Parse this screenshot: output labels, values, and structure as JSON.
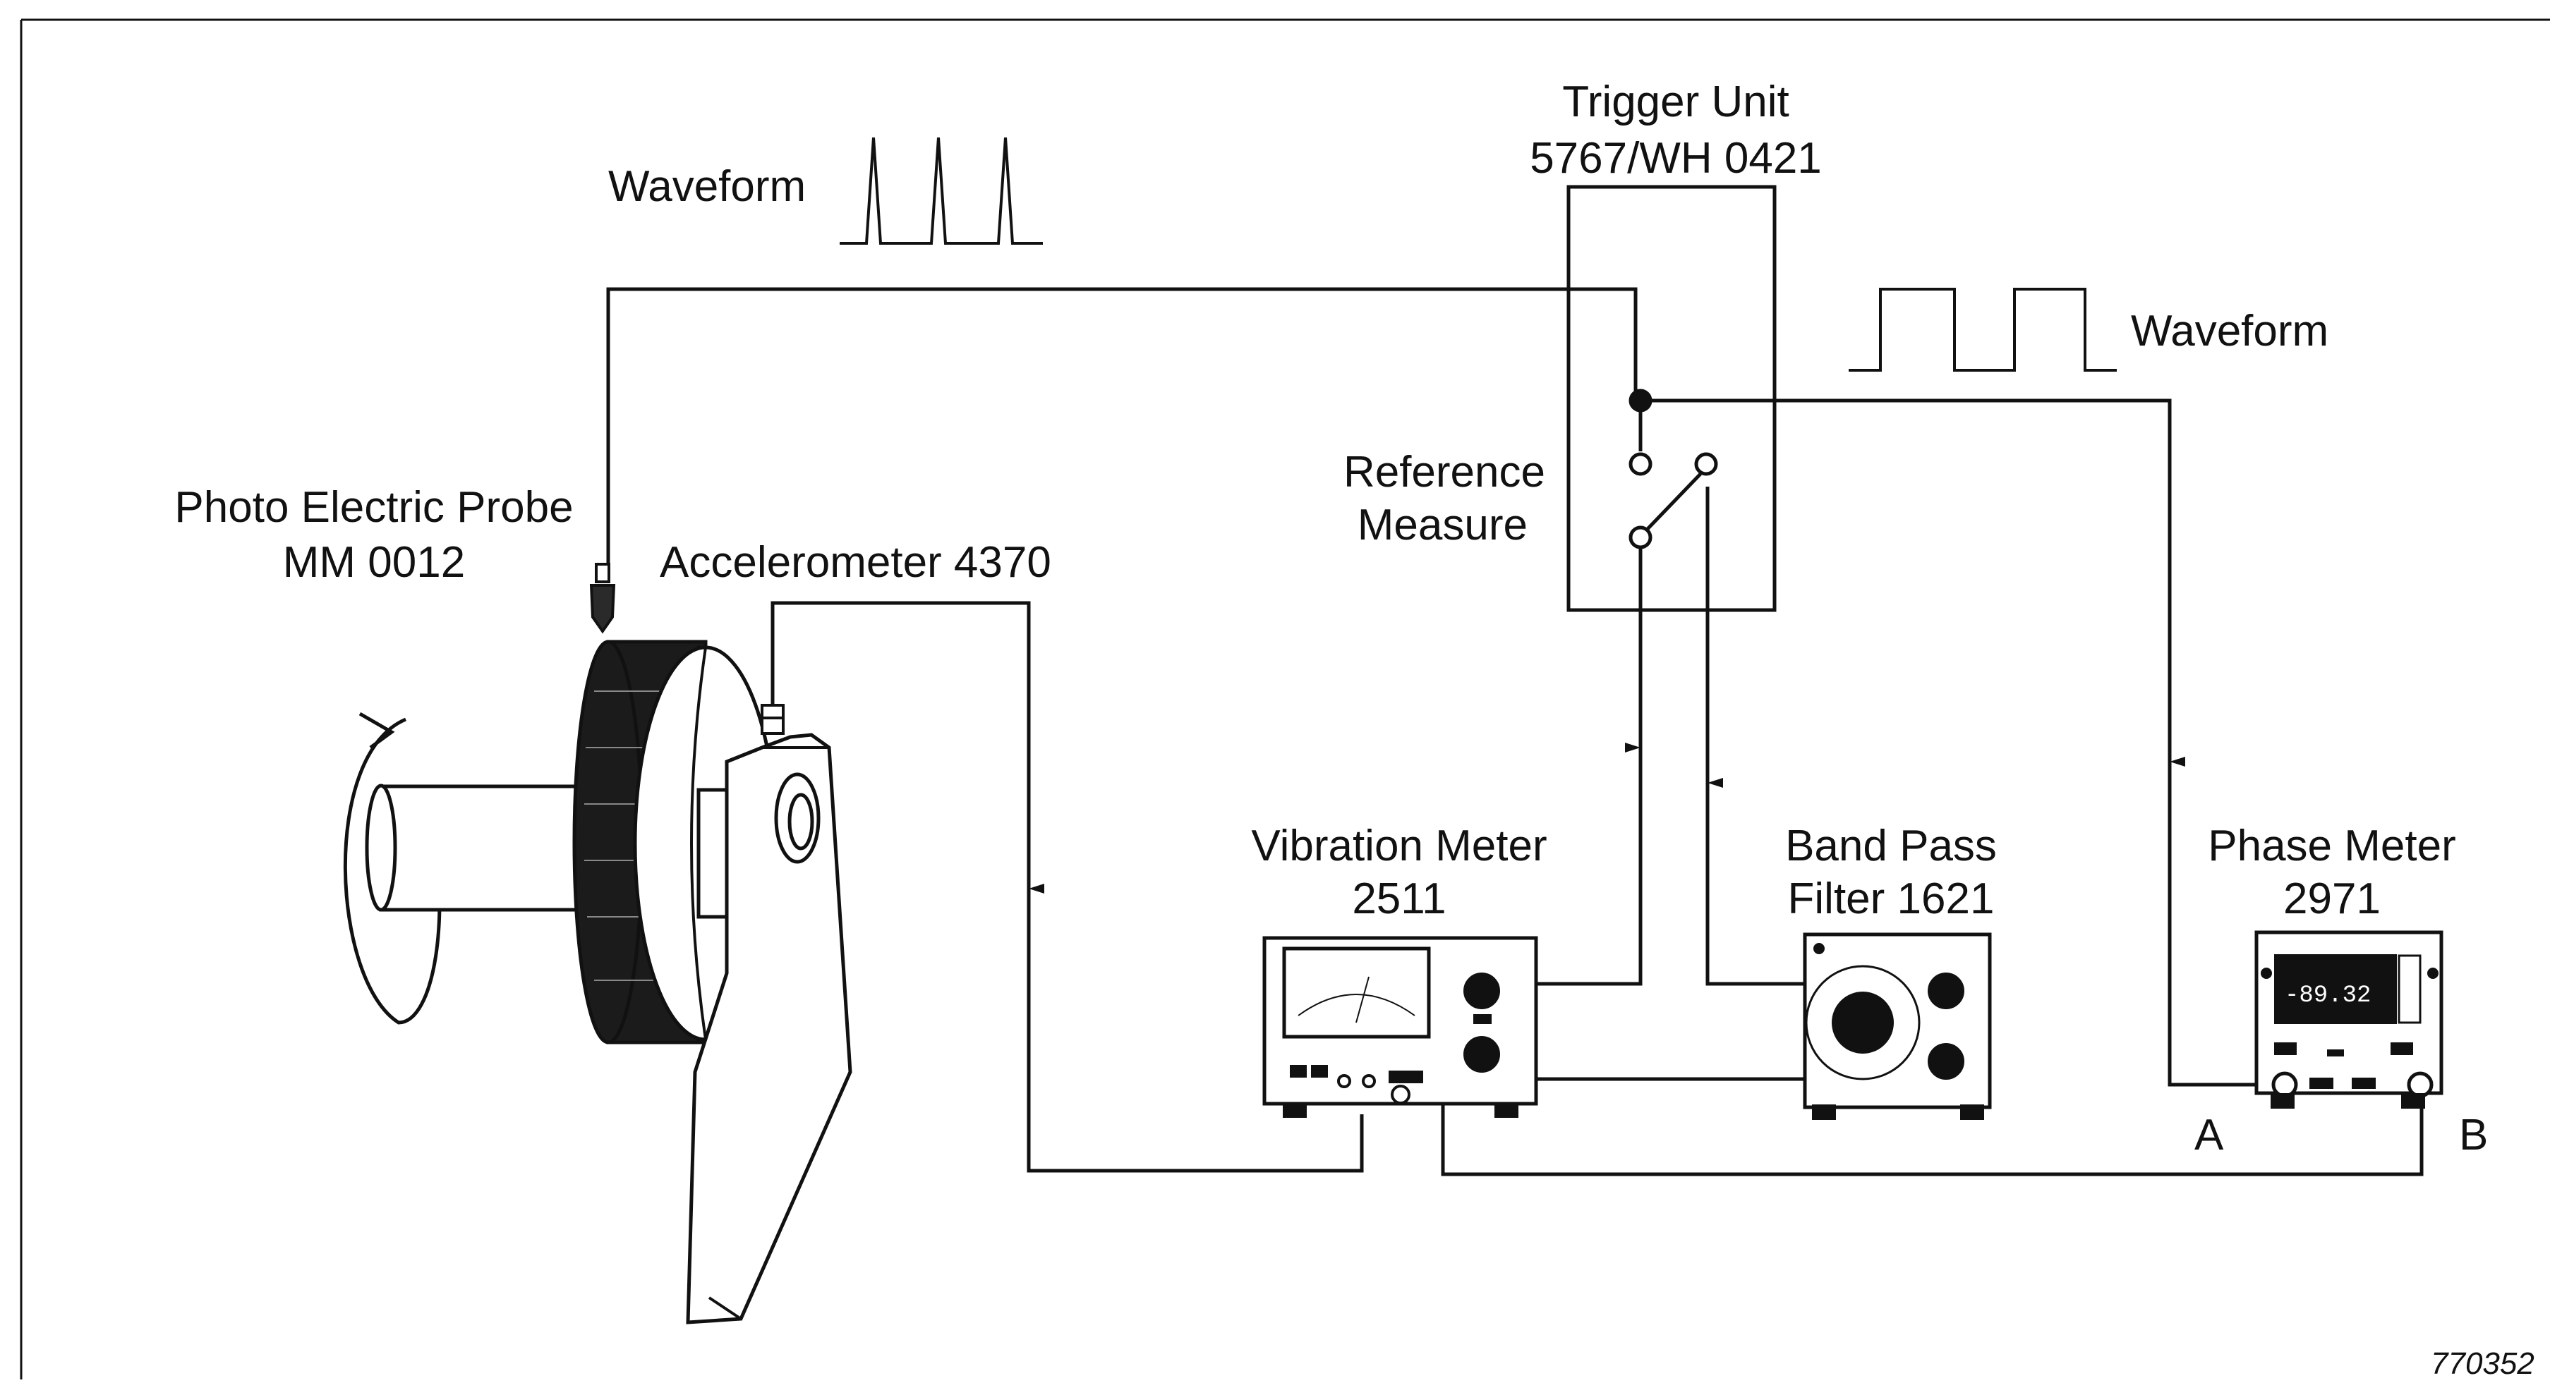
{
  "labels": {
    "waveform_pulse": "Waveform",
    "waveform_square": "Waveform",
    "trigger_unit_line1": "Trigger Unit",
    "trigger_unit_line2": "5767/WH 0421",
    "photo_probe_line1": "Photo Electric Probe",
    "photo_probe_line2": "MM 0012",
    "accelerometer": "Accelerometer 4370",
    "reference": "Reference",
    "measure": "Measure",
    "vibration_meter_line1": "Vibration Meter",
    "vibration_meter_line2": "2511",
    "band_pass_line1": "Band Pass",
    "band_pass_line2": "Filter 1621",
    "phase_meter_line1": "Phase Meter",
    "phase_meter_line2": "2971",
    "phase_display": "-89.32",
    "input_a": "A",
    "input_b": "B",
    "figure_number": "770352"
  }
}
